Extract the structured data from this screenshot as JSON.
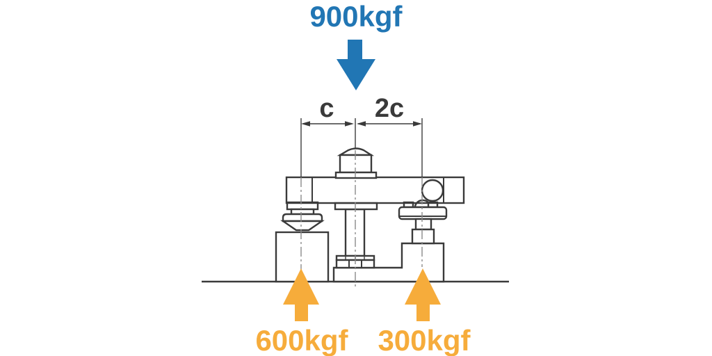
{
  "labels": {
    "top_force": "900kgf",
    "dim_small": "c",
    "dim_large": "2c",
    "bottom_left_force": "600kgf",
    "bottom_right_force": "300kgf"
  },
  "colors": {
    "force_blue": "#2176B4",
    "reaction_orange": "#F6AC3B",
    "bar_fill": "#E7F2FB",
    "dim_text": "#3A3A3A"
  }
}
